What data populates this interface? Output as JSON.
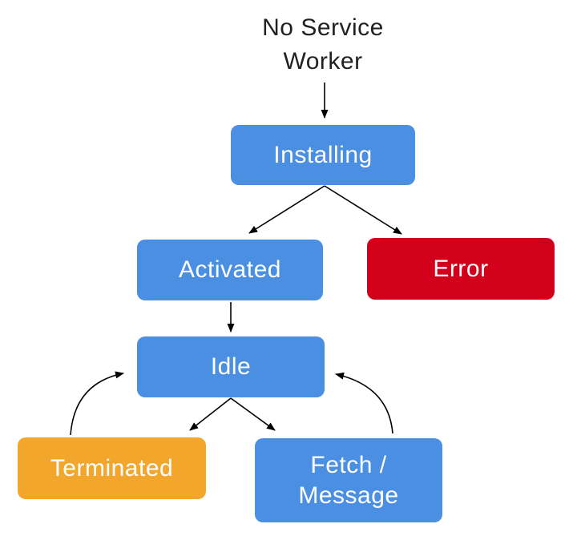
{
  "diagram": {
    "title": {
      "line1": "No Service",
      "line2": "Worker"
    },
    "nodes": {
      "installing": {
        "label": "Installing",
        "color": "#4A8FE2"
      },
      "activated": {
        "label": "Activated",
        "color": "#4A8FE2"
      },
      "error": {
        "label": "Error",
        "color": "#D3001C"
      },
      "idle": {
        "label": "Idle",
        "color": "#4A8FE2"
      },
      "terminated": {
        "label": "Terminated",
        "color": "#F2A62B"
      },
      "fetch_message": {
        "label_line1": "Fetch /",
        "label_line2": "Message",
        "color": "#4A8FE2"
      }
    },
    "edges": [
      {
        "from": "no-service-worker",
        "to": "installing",
        "style": "straight"
      },
      {
        "from": "installing",
        "to": "activated",
        "style": "straight"
      },
      {
        "from": "installing",
        "to": "error",
        "style": "straight"
      },
      {
        "from": "activated",
        "to": "idle",
        "style": "straight"
      },
      {
        "from": "idle",
        "to": "terminated",
        "style": "straight"
      },
      {
        "from": "idle",
        "to": "fetch_message",
        "style": "straight"
      },
      {
        "from": "terminated",
        "to": "idle",
        "style": "curved"
      },
      {
        "from": "fetch_message",
        "to": "idle",
        "style": "curved"
      }
    ],
    "colors": {
      "node_blue": "#4A8FE2",
      "node_red": "#D3001C",
      "node_orange": "#F2A62B",
      "node_text": "#FFFFFF",
      "title_text": "#212121",
      "arrow": "#000000",
      "background": "#FFFFFF"
    }
  }
}
